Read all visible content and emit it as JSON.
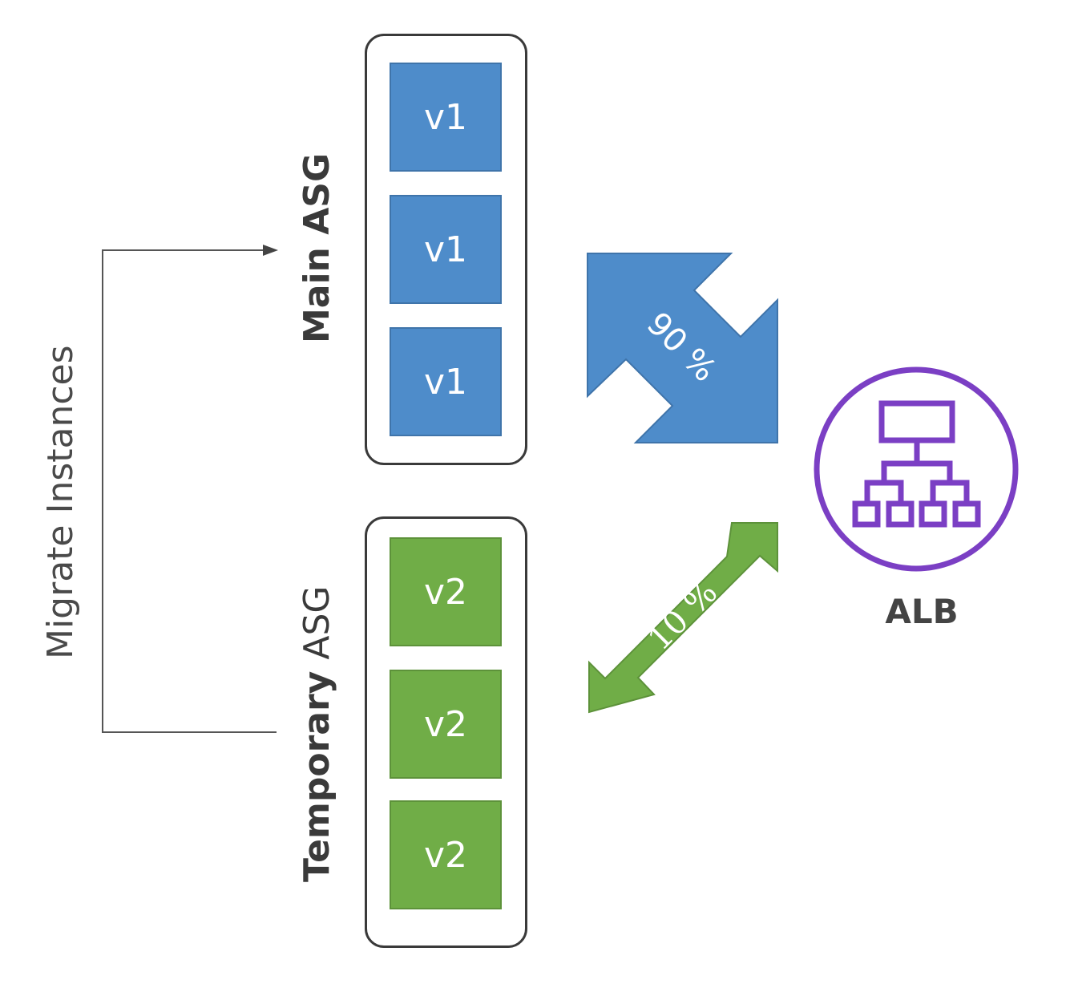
{
  "diagram": {
    "migrate_label": "Migrate Instances",
    "main_asg": {
      "label_bold": "Main ASG",
      "color": "#4e8cca",
      "instances": [
        "v1",
        "v1",
        "v1"
      ]
    },
    "temporary_asg": {
      "label_bold": "Temporary",
      "label_rest": " ASG",
      "color": "#70ad47",
      "instances": [
        "v2",
        "v2",
        "v2"
      ]
    },
    "traffic": {
      "main_percent_label": "90 %",
      "temp_percent_label": "10 %",
      "main_share": 90,
      "temp_share": 10
    },
    "alb": {
      "label": "ALB",
      "icon": "load-balancer-icon",
      "color": "#7b3fc4"
    }
  }
}
